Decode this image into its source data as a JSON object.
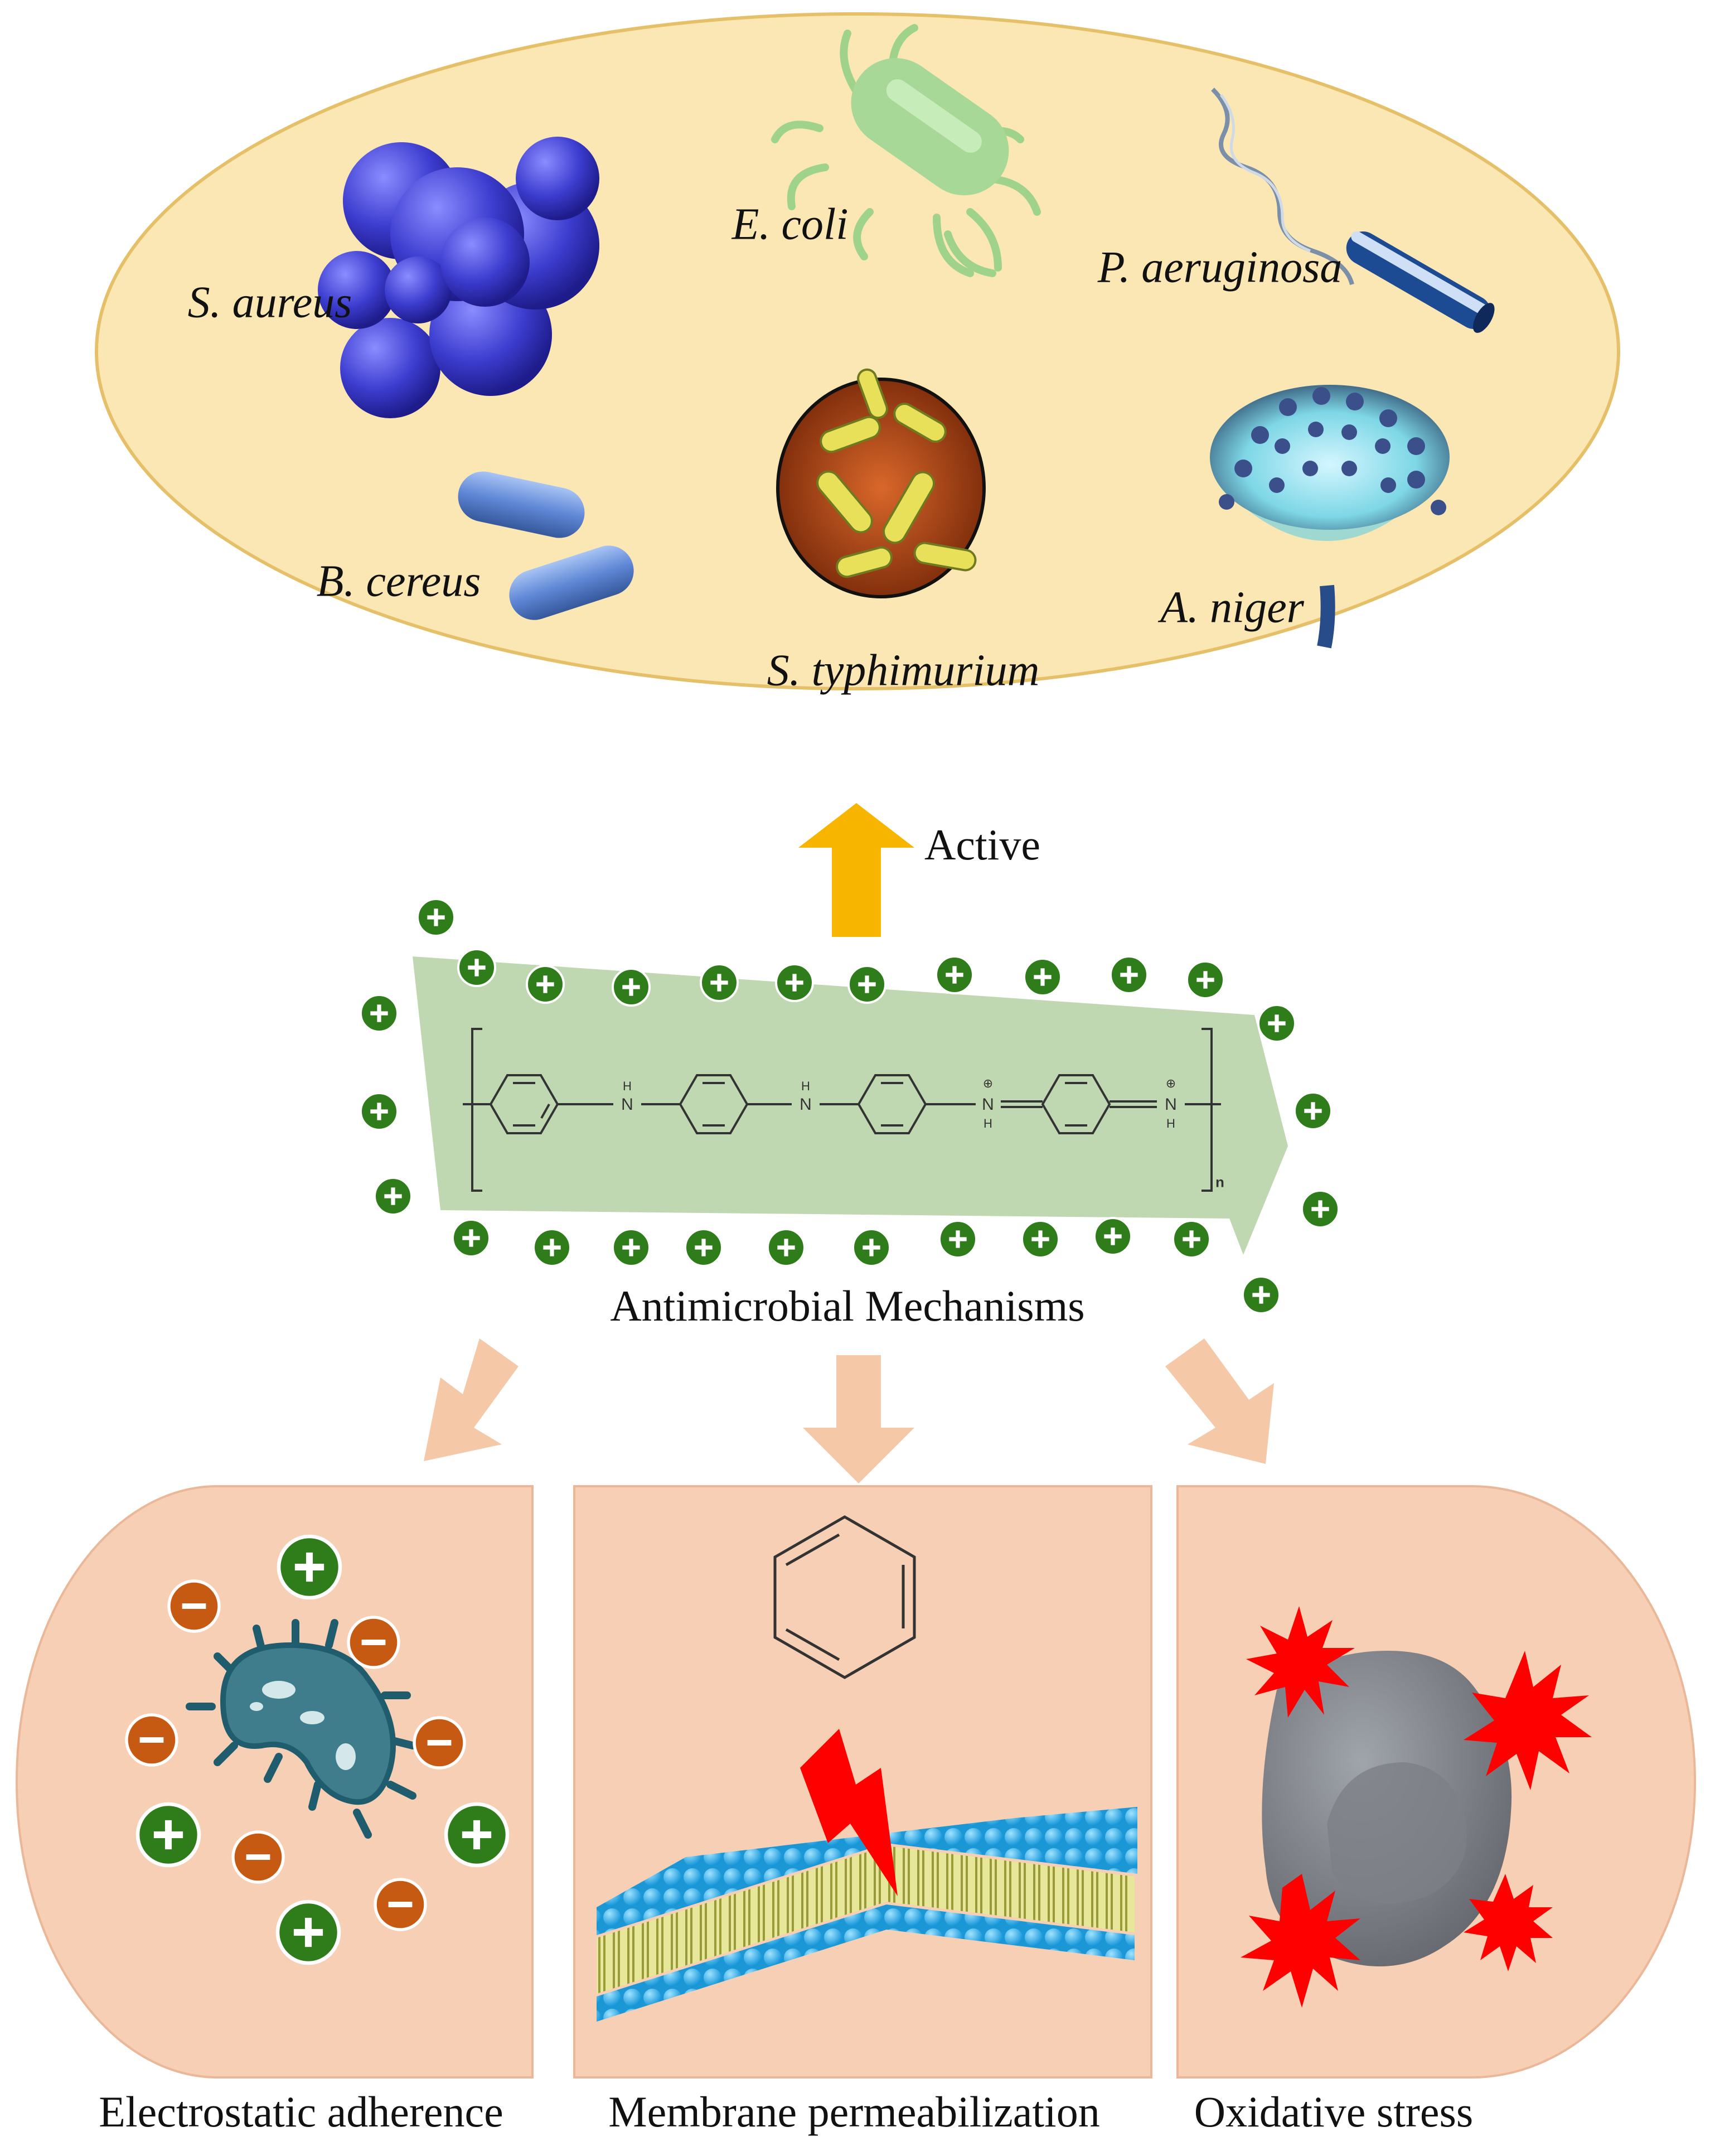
{
  "microbes": {
    "s_aureus": "S. aureus",
    "e_coli": "E. coli",
    "p_aeruginosa": "P. aeruginosa",
    "b_cereus": "B. cereus",
    "s_typhimurium": "S. typhimurium",
    "a_niger": "A. niger"
  },
  "arrow_up_label": "Active",
  "center_label": "Antimicrobial Mechanisms",
  "structure": {
    "n_subscript": "n"
  },
  "mechanisms": {
    "electrostatic": "Electrostatic adherence",
    "membrane": "Membrane permeabilization",
    "oxidative": "Oxidative stress"
  },
  "colors": {
    "ellipse_fill": "#fbe7b4",
    "ellipse_stroke": "#e6c068",
    "panel_fill": "#f7cfb4",
    "positive": "#2e7d1a",
    "negative": "#c75a12",
    "active_arrow": "#f7b500",
    "mech_arrow": "#f5c8a8",
    "band": "#b9d4a8",
    "star": "#ff0000"
  }
}
